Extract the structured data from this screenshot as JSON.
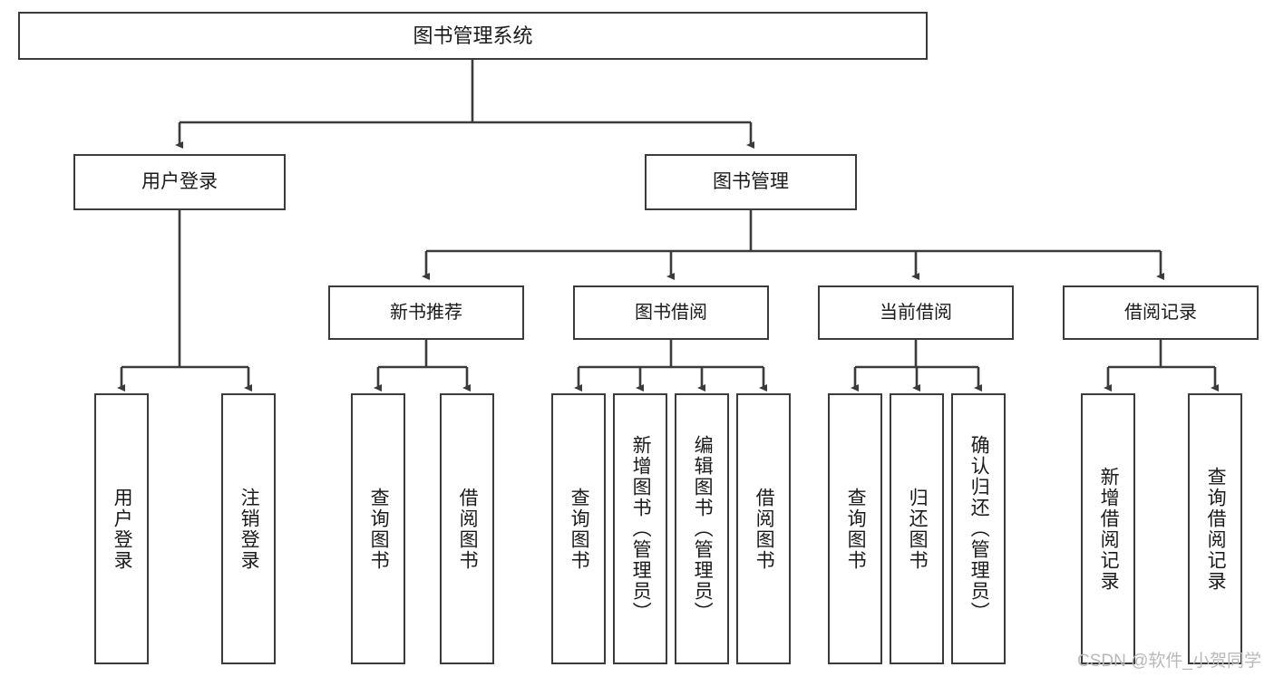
{
  "diagram": {
    "title": "图书管理系统",
    "type": "tree",
    "root": {
      "label": "图书管理系统"
    },
    "level2": [
      {
        "label": "用户登录"
      },
      {
        "label": "图书管理"
      }
    ],
    "level3": [
      {
        "label": "新书推荐"
      },
      {
        "label": "图书借阅"
      },
      {
        "label": "当前借阅"
      },
      {
        "label": "借阅记录"
      }
    ],
    "leaves": {
      "user_login": [
        {
          "label": "用户登录"
        },
        {
          "label": "注销登录"
        }
      ],
      "new_book_recommend": [
        {
          "label": "查询图书"
        },
        {
          "label": "借阅图书"
        }
      ],
      "book_borrow": [
        {
          "label": "查询图书"
        },
        {
          "label": "新增图书（管理员）"
        },
        {
          "label": "编辑图书（管理员）"
        },
        {
          "label": "借阅图书"
        }
      ],
      "current_borrow": [
        {
          "label": "查询图书"
        },
        {
          "label": "归还图书"
        },
        {
          "label": "确认归还（管理员）"
        }
      ],
      "borrow_record": [
        {
          "label": "新增借阅记录"
        },
        {
          "label": "查询借阅记录"
        }
      ]
    }
  },
  "watermark": {
    "text": "CSDN @软件_小贺同学"
  },
  "colors": {
    "stroke": "#3b3b3b",
    "background": "#ffffff",
    "text": "#1a1a1a",
    "watermark": "#b9b9b9"
  }
}
